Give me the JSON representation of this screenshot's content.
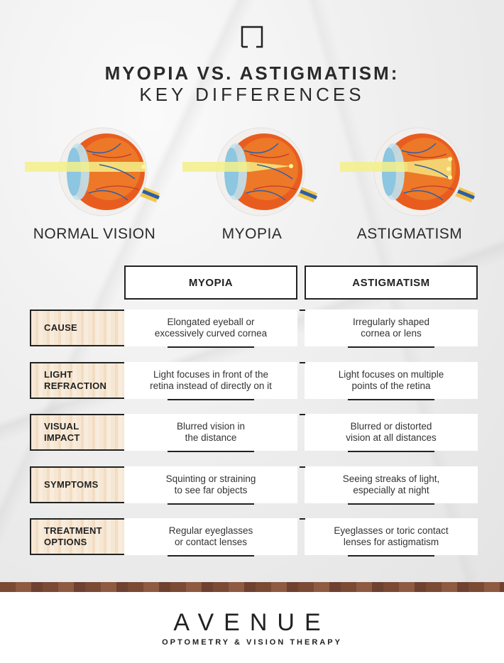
{
  "title": {
    "line1": "MYOPIA VS. ASTIGMATISM:",
    "line2": "KEY DIFFERENCES"
  },
  "eyes": [
    {
      "label": "NORMAL VISION"
    },
    {
      "label": "MYOPIA"
    },
    {
      "label": "ASTIGMATISM"
    }
  ],
  "table": {
    "columns": [
      "MYOPIA",
      "ASTIGMATISM"
    ],
    "rows": [
      {
        "label": "CAUSE",
        "myopia": "Elongated eyeball or\nexcessively curved cornea",
        "astigmatism": "Irregularly shaped\ncornea or lens"
      },
      {
        "label": "LIGHT\nREFRACTION",
        "myopia": "Light focuses in front of the\nretina instead of directly on it",
        "astigmatism": "Light focuses on multiple\npoints of the retina"
      },
      {
        "label": "VISUAL\nIMPACT",
        "myopia": "Blurred vision in\nthe distance",
        "astigmatism": "Blurred or distorted\nvision at all distances"
      },
      {
        "label": "SYMPTOMS",
        "myopia": "Squinting or straining\nto see far objects",
        "astigmatism": "Seeing streaks of light,\nespecially at night"
      },
      {
        "label": "TREATMENT\nOPTIONS",
        "myopia": "Regular eyeglasses\nor contact lenses",
        "astigmatism": "Eyeglasses or toric contact\nlenses for astigmatism"
      }
    ]
  },
  "footer": {
    "brand": "AVENUE",
    "tagline": "OPTOMETRY & VISION THERAPY"
  },
  "colors": {
    "eyeball": "#e85d1f",
    "beam": "#f5f08a",
    "cornea": "#bfe3f2",
    "vessel": "#2b5fa8"
  }
}
